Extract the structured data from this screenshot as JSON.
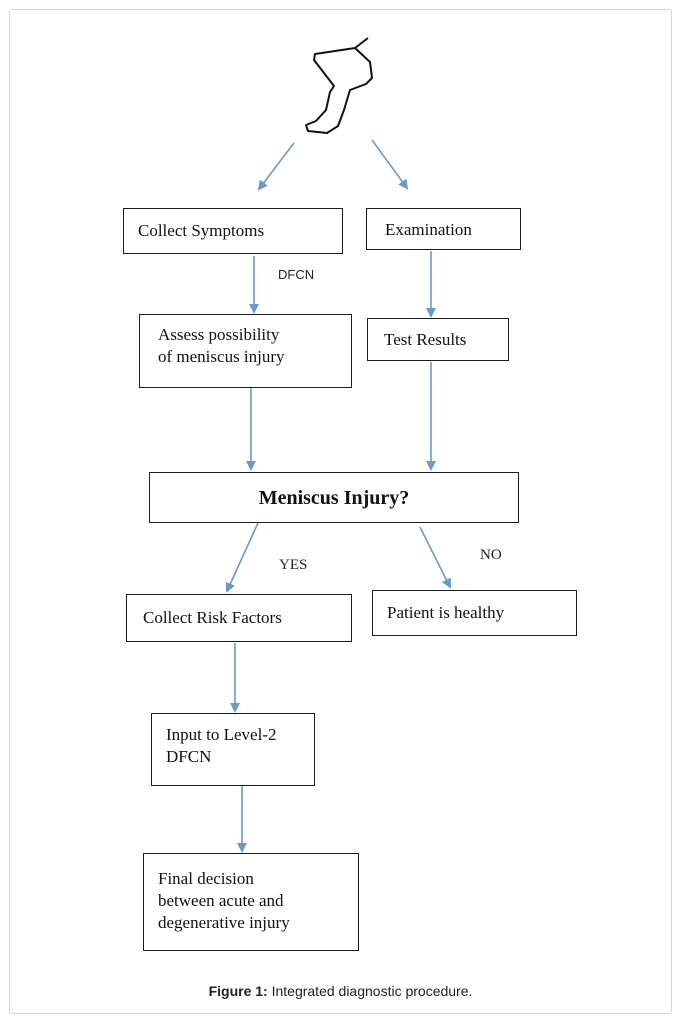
{
  "diagram": {
    "nodes": {
      "collect_symptoms": "Collect Symptoms",
      "examination": "Examination",
      "assess_line1": "Assess possibility",
      "assess_line2": "of meniscus injury",
      "test_results": "Test Results",
      "decision": "Meniscus Injury?",
      "collect_risk": "Collect Risk Factors",
      "healthy": "Patient is healthy",
      "level2_line1": "Input to Level-2",
      "level2_line2": "DFCN",
      "final_line1": "Final decision",
      "final_line2": "between acute and",
      "final_line3": "degenerative injury"
    },
    "edge_labels": {
      "dfcn": "DFCN",
      "yes": "YES",
      "no": "NO"
    },
    "icon": "leg-icon",
    "arrow_color": "#6a9ac8"
  },
  "caption": {
    "label": "Figure 1:",
    "text": " Integrated diagnostic procedure."
  }
}
